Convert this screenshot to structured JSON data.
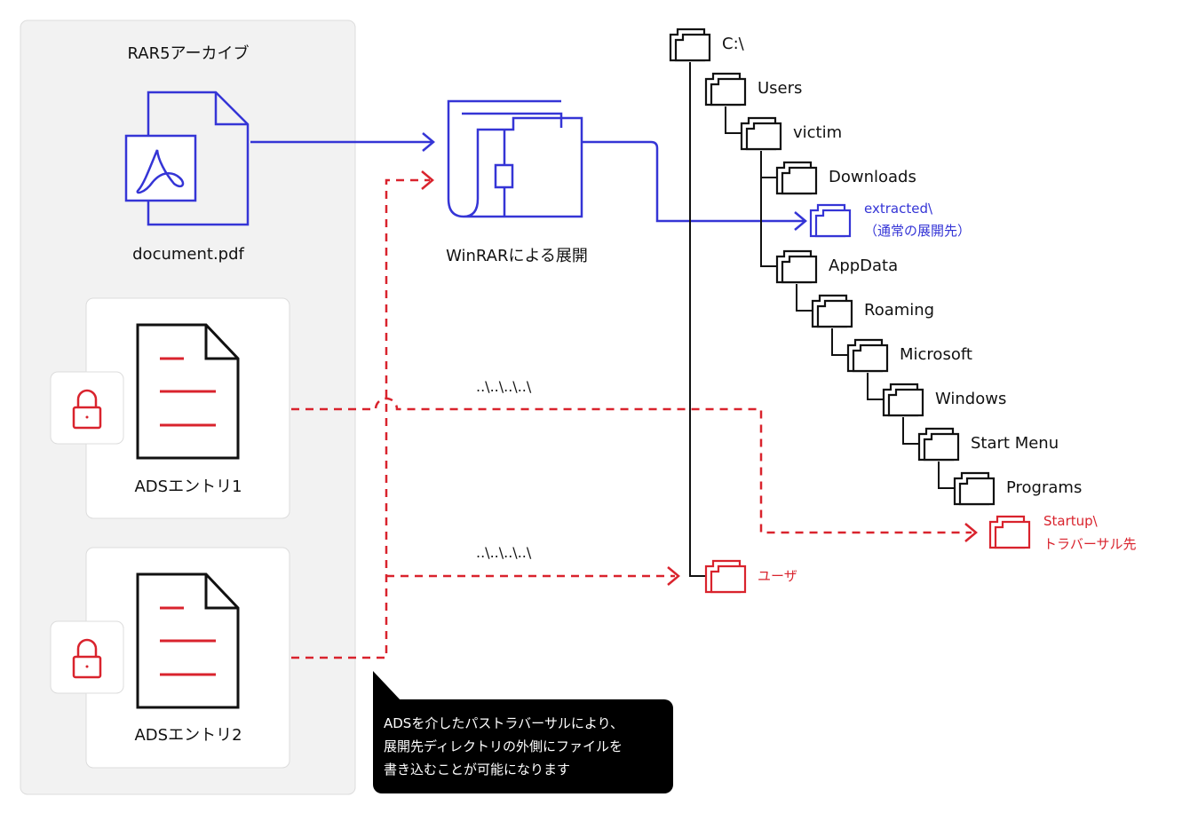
{
  "archive": {
    "title": "RAR5アーカイブ",
    "file_name": "document.pdf",
    "ads_entry_1": "ADSエントリ1",
    "ads_entry_2": "ADSエントリ2"
  },
  "extractor": {
    "label": "WinRARによる展開"
  },
  "traversal_path_1": "..\\..\\..\\..\\",
  "traversal_path_2": "..\\..\\..\\..\\",
  "tree": {
    "root": "C:\\",
    "users": "Users",
    "victim": "victim",
    "downloads": "Downloads",
    "extracted": "extracted\\",
    "extracted_note": "（通常の展開先）",
    "appdata": "AppData",
    "roaming": "Roaming",
    "microsoft": "Microsoft",
    "windows": "Windows",
    "start_menu": "Start Menu",
    "programs": "Programs",
    "startup": "Startup\\",
    "startup_note": "トラバーサル先",
    "user_folder": "ユーザ"
  },
  "callout": {
    "line1": "ADSを介したパストラバーサルにより、",
    "line2": "展開先ディレクトリの外側にファイルを",
    "line3": "書き込むことが可能になります"
  },
  "colors": {
    "normal": "#3535d6",
    "malicious": "#d9232d",
    "tree": "#111111",
    "panel": "#f2f2f2"
  },
  "icons": [
    "pdf-file-icon",
    "archive-folder-icon",
    "document-icon",
    "lock-icon",
    "folder-icon"
  ]
}
